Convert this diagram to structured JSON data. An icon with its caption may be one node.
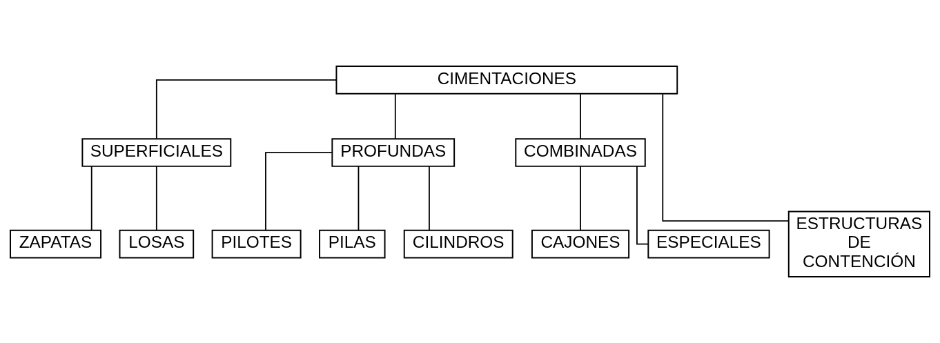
{
  "diagram": {
    "nodes": [
      {
        "text": [
          "CIMENTACIONES"
        ]
      },
      {
        "text": [
          "SUPERFICIALES"
        ]
      },
      {
        "text": [
          "PROFUNDAS"
        ]
      },
      {
        "text": [
          "COMBINADAS"
        ]
      },
      {
        "text": [
          "ESTRUCTURAS DE CONTENCIÓN"
        ]
      },
      {
        "text": [
          "ZAPATAS"
        ]
      },
      {
        "text": [
          "LOSAS"
        ]
      },
      {
        "text": [
          "PILOTES"
        ]
      },
      {
        "text": [
          "PILAS"
        ]
      },
      {
        "text": [
          "CILINDROS"
        ]
      },
      {
        "text": [
          "CAJONES"
        ]
      },
      {
        "text": [
          "ESPECIALES"
        ]
      }
    ],
    "edges": [
      {
        "from": 0,
        "to": 1,
        "arrow": "none"
      },
      {
        "from": 0,
        "to": 2,
        "arrow": "none"
      },
      {
        "from": 0,
        "to": 3,
        "arrow": "none"
      },
      {
        "from": 0,
        "to": 4,
        "arrow": "none"
      },
      {
        "from": 1,
        "to": 5,
        "arrow": "none"
      },
      {
        "from": 1,
        "to": 6,
        "arrow": "none"
      },
      {
        "from": 2,
        "to": 7,
        "arrow": "none"
      },
      {
        "from": 2,
        "to": 8,
        "arrow": "none"
      },
      {
        "from": 2,
        "to": 9,
        "arrow": "none"
      },
      {
        "from": 3,
        "to": 10,
        "arrow": "none"
      },
      {
        "from": 3,
        "to": 11,
        "arrow": "none"
      }
    ]
  }
}
